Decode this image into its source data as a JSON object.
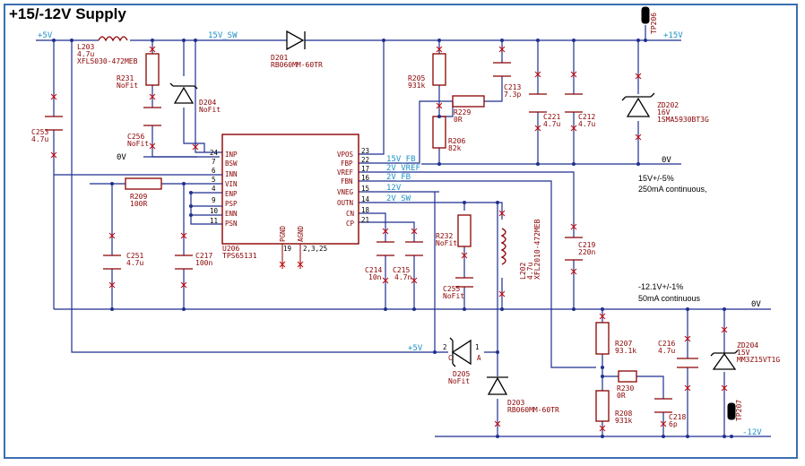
{
  "title": "+15/-12V Supply",
  "nets": {
    "p5v_top": "+5V",
    "v15_sw": "15V_SW",
    "p15v": "+15V",
    "p5v_mid": "+5V",
    "m12v": "-12V",
    "gnd_a": "0V",
    "gnd_b": "0V",
    "gnd_c": "0V",
    "fb15": "15V_FB",
    "vref": "2V_VREF",
    "fb2v": "2V_FB",
    "n12v": "12V",
    "sw2v": "2V_SW"
  },
  "notes": {
    "v15_tol": "15V+/-5%",
    "v15_cur": "250mA continuous,",
    "m12_tol": "-12.1V+/-1%",
    "m12_cur": "50mA continuous"
  },
  "ic": {
    "ref": "U206",
    "part": "TPS65131",
    "pins_left": [
      {
        "name": "INP",
        "num": "24"
      },
      {
        "name": "BSW",
        "num": "7"
      },
      {
        "name": "INN",
        "num": "6"
      },
      {
        "name": "VIN",
        "num": "5"
      },
      {
        "name": "ENP",
        "num": "4"
      },
      {
        "name": "PSP",
        "num": "9"
      },
      {
        "name": "ENN",
        "num": "10"
      },
      {
        "name": "PSN",
        "num": "11"
      }
    ],
    "pins_right": [
      {
        "name": "VPOS",
        "num": "23"
      },
      {
        "name": "FBP",
        "num": "22"
      },
      {
        "name": "VREF",
        "num": "17"
      },
      {
        "name": "FBN",
        "num": "16"
      },
      {
        "name": "VNEG",
        "num": "15"
      },
      {
        "name": "OUTN",
        "num": "14"
      },
      {
        "name": "CN",
        "num": "18"
      },
      {
        "name": "CP",
        "num": "21"
      }
    ],
    "gnd_pin": "PGND",
    "agnd_pin": "AGND",
    "gnd_num_a": "19",
    "gnd_num_b": "2,3,25"
  },
  "components": {
    "L203": {
      "ref": "L203",
      "val": "4.7u",
      "part": "XFL5030-472MEB"
    },
    "D201": {
      "ref": "D201",
      "part": "RB060MM-60TR"
    },
    "TP206": {
      "ref": "TP206"
    },
    "R231": {
      "ref": "R231",
      "val": "NoFit"
    },
    "D204": {
      "ref": "D204",
      "val": "NoFit"
    },
    "C256": {
      "ref": "C256",
      "val": "NoFit"
    },
    "C253": {
      "ref": "C253",
      "val": "4.7u"
    },
    "R205": {
      "ref": "R205",
      "val": "931k"
    },
    "C213": {
      "ref": "C213",
      "val": "7.3p"
    },
    "R229": {
      "ref": "R229",
      "val": "0R"
    },
    "R206": {
      "ref": "R206",
      "val": "82k"
    },
    "C221": {
      "ref": "C221",
      "val": "4.7u"
    },
    "C212": {
      "ref": "C212",
      "val": "4.7u"
    },
    "ZD202": {
      "ref": "ZD202",
      "val": "16V",
      "part": "1SMA5930BT3G"
    },
    "R209": {
      "ref": "R209",
      "val": "100R"
    },
    "C251": {
      "ref": "C251",
      "val": "4.7u"
    },
    "C217": {
      "ref": "C217",
      "val": "100n"
    },
    "C214": {
      "ref": "C214",
      "val": "10n"
    },
    "C215": {
      "ref": "C215",
      "val": "4.7n"
    },
    "R232": {
      "ref": "R232",
      "val": "NoFit"
    },
    "C255": {
      "ref": "C255",
      "val": "NoFit"
    },
    "L202": {
      "ref": "L202",
      "val": "4.7u",
      "part": "XFL2010-472MEB"
    },
    "C219": {
      "ref": "C219",
      "val": "220n"
    },
    "D205": {
      "ref": "D205",
      "val": "NoFit",
      "pin_c": "C",
      "pin_a": "A",
      "pin2": "2",
      "pin1": "1"
    },
    "D203": {
      "ref": "D203",
      "part": "RB060MM-60TR"
    },
    "R207": {
      "ref": "R207",
      "val": "93.1k"
    },
    "C216": {
      "ref": "C216",
      "val": "4.7u"
    },
    "ZD204": {
      "ref": "ZD204",
      "val": "15V",
      "part": "MM3Z15VT1G"
    },
    "R230": {
      "ref": "R230",
      "val": "0R"
    },
    "R208": {
      "ref": "R208",
      "val": "931k"
    },
    "C218": {
      "ref": "C218",
      "val": "6p"
    },
    "TP207": {
      "ref": "TP207"
    }
  },
  "colors": {
    "wire": "#1f2f8f",
    "component": "#8b0000",
    "net_label": "#1e90c8",
    "frame": "#3a6fb0",
    "unconnected_mark": "#cc0000"
  }
}
